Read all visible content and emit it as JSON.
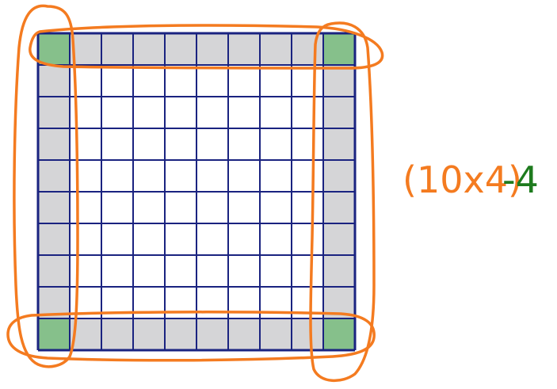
{
  "grid": {
    "rows": 10,
    "cols": 10,
    "cell_colors": {
      "corner": "#86c08b",
      "edge": "#d5d5d7",
      "interior": "#ffffff"
    },
    "line_color": "#1a2380"
  },
  "annotation": {
    "loop_color": "#f47b20",
    "formula_part": "(10x4)",
    "subtract_part": "-4",
    "formula_color": "#f47b20",
    "subtract_color": "#1e7b1e"
  }
}
